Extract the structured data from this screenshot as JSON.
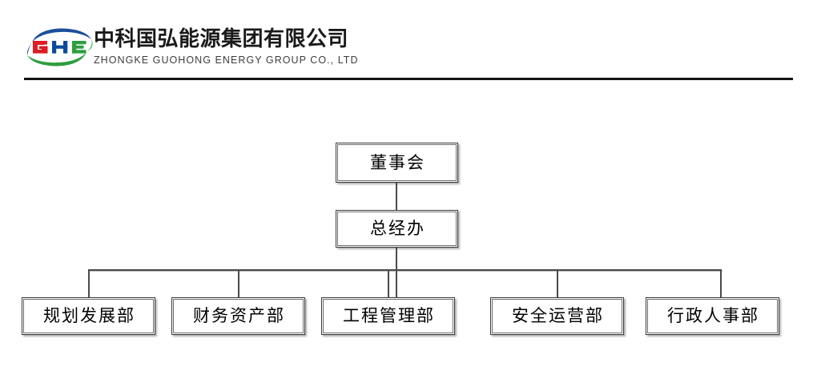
{
  "letterhead": {
    "logo": {
      "icon_name": "ghe-logo",
      "letters": "GHE",
      "letter_colors": [
        "#e01b24",
        "#0b4a9b",
        "#2e9e3e"
      ],
      "swoosh_top_color": "#1a4f9c",
      "swoosh_bottom_color": "#2e9e3e"
    },
    "company_name_cn": "中科国弘能源集团有限公司",
    "company_name_en": "ZHONGKE GUOHONG ENERGY GROUP CO., LTD",
    "rule_color": "#121212"
  },
  "org_chart": {
    "board": {
      "label": "董事会"
    },
    "general_manager_office": {
      "label": "总经办"
    },
    "departments": [
      {
        "label": "规划发展部"
      },
      {
        "label": "财务资产部"
      },
      {
        "label": "工程管理部"
      },
      {
        "label": "安全运营部"
      },
      {
        "label": "行政人事部"
      }
    ],
    "connector_color": "#4a4a4a",
    "node_border_color": "#3a3a3a",
    "node_fill_color": "#ffffff"
  }
}
